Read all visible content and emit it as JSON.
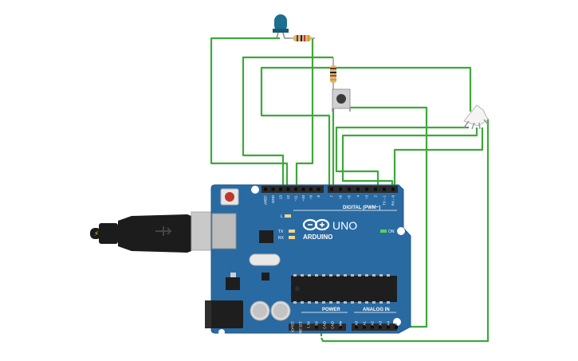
{
  "board": {
    "brand": "ARDUINO",
    "model": "UNO",
    "on_label": "ON",
    "digital_header": "DIGITAL (PWM~)",
    "power_header": "POWER",
    "analog_header": "ANALOG IN",
    "led_l": "L",
    "led_tx": "TX",
    "led_rx": "RX",
    "digital_pins": [
      "AREF",
      "GND",
      "13",
      "12",
      "~11",
      "~10",
      "~9",
      "8",
      "7",
      "~6",
      "~5",
      "4",
      "~3",
      "2",
      "TX→1",
      "RX←0"
    ],
    "power_pins": [
      "IOREF",
      "RESET",
      "3.3V",
      "5V",
      "GND",
      "GND",
      "Vin"
    ],
    "analog_pins": [
      "A0",
      "A1",
      "A2",
      "A3",
      "A4",
      "A5"
    ]
  },
  "colors": {
    "board": "#2a6aa3",
    "board_edge": "#1f5688",
    "wire": "#3ea83a",
    "header": "#2b2b2b",
    "usb_plug": "#1c1c1c",
    "usb_metal": "#c9c9c9"
  },
  "components": {
    "led": "led-icon",
    "resistor_1": "resistor-icon",
    "resistor_2": "resistor-icon",
    "pushbutton": "pushbutton-icon",
    "rgb_led": "rgb-led-icon",
    "usb_cable": "usb-cable-icon"
  }
}
